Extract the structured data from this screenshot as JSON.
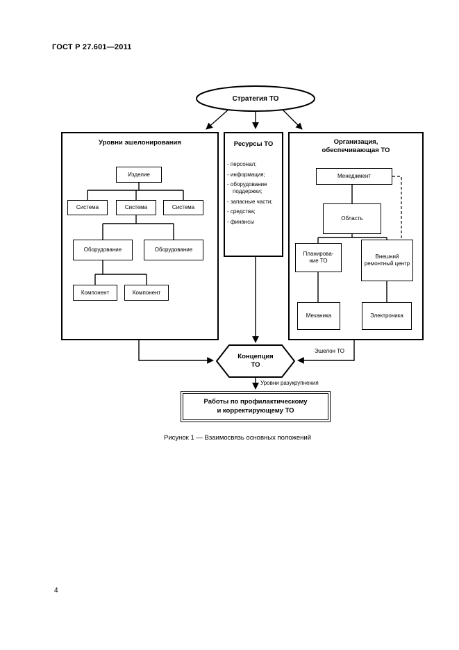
{
  "page": {
    "header": "ГОСТ Р 27.601—2011",
    "page_number": "4",
    "caption": "Рисунок 1 — Взаимосвязь основных положений"
  },
  "diagram": {
    "strategy": "Стратегия ТО",
    "echelon": {
      "title": "Уровни эшелонирования",
      "product": "Изделие",
      "systems": [
        "Система",
        "Система",
        "Система"
      ],
      "equipment": [
        "Оборудование",
        "Оборудование"
      ],
      "components": [
        "Компонент",
        "Компонент"
      ]
    },
    "resources": {
      "title": "Ресурсы ТО",
      "items": [
        "- персонал;",
        "- информация;",
        "- оборудование поддержки;",
        "- запасные части;",
        "- средства;",
        "- финансы"
      ]
    },
    "organization": {
      "title": "Организация,\nобеспечивающая ТО",
      "management": "Менеджмент",
      "domain": "Область",
      "planning": "Планирова-\nние ТО",
      "external_repair_center": "Внешний ремонтный центр",
      "mechanics": "Механика",
      "electronics": "Электроника"
    },
    "concept": "Концепция\nТО",
    "echelon_label": "Эшелон ТО",
    "disaggregation_label": "Уровни разукрупнения",
    "works": "Работы по профилактическому\nи корректирующему ТО"
  }
}
